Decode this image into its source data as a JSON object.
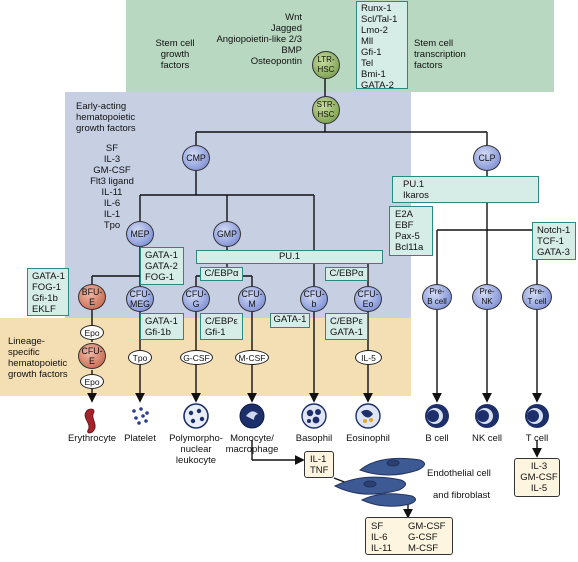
{
  "stem_cell_growth_factors": {
    "label": "Stem cell\ngrowth\nfactors",
    "items": "Wnt\nJagged\nAngiopoietin-like 2/3\nBMP\nOsteopontin"
  },
  "stem_cell_transcription_factors": {
    "label": "Stem cell\ntranscription\nfactors",
    "items": "Runx-1\nScl/Tal-1\nLmo-2\nMll\nGfi-1\nTel\nBmi-1\nGATA-2"
  },
  "early_acting_factors": {
    "label": "Early-acting\nhematopoietic\ngrowth factors",
    "items": "SF\nIL-3\nGM-CSF\nFlt3 ligand\nIL-11\nIL-6\nIL-1\nTpo"
  },
  "lineage_specific_label": "Lineage-\nspecific\nhematopoietic\ngrowth factors",
  "cells": {
    "ltr_hsc": "LTR-\nHSC",
    "str_hsc": "STR-\nHSC",
    "cmp": "CMP",
    "clp": "CLP",
    "mep": "MEP",
    "gmp": "GMP",
    "bfu_e": "BFU-\nE",
    "cfu_meg": "CFU-\nMEG",
    "cfu_g": "CFU-\nG",
    "cfu_m": "CFU-\nM",
    "cfu_b": "CFU-\nb",
    "cfu_eo": "CFU-\nEo",
    "cfu_e": "CFU-\nE",
    "pre_b": "Pre-\nB cell",
    "pre_nk": "Pre-\nNK",
    "pre_t": "Pre-\nT cell"
  },
  "tf_boxes": {
    "erythroid": "GATA-1\nFOG-1\nGfi-1b\nEKLF",
    "meg1": "GATA-1\nGATA-2\nFOG-1",
    "meg2": "GATA-1\nGfi-1b",
    "pu1_myeloid": "PU.1",
    "cebpa_1": "C/EBPα",
    "cebpa_2": "C/EBPα",
    "g_factors": "C/EBPε\nGfi-1",
    "basophil": "GATA-1",
    "eosinophil": "C/EBPε\nGATA-1",
    "lymphoid": "PU.1\nIkaros",
    "b_cell": "E2A\nEBF\nPax-5\nBcl11a",
    "t_cell": "Notch-1\nTCF-1\nGATA-3"
  },
  "growth_factor_ovals": {
    "epo1": "Epo",
    "epo2": "Epo",
    "tpo": "Tpo",
    "g_csf": "G-CSF",
    "m_csf": "M-CSF",
    "il5": "IL-5"
  },
  "mature_cells": {
    "erythrocyte": "Erythrocyte",
    "platelet": "Platelet",
    "pmn": "Polymorpho-\nnuclear\nleukocyte",
    "monocyte": "Monocyte/\nmacrophage",
    "basophil": "Basophil",
    "eosinophil": "Eosinophil",
    "b_cell": "B cell",
    "nk_cell": "NK cell",
    "t_cell": "T cell"
  },
  "cytokines": {
    "il1_tnf": "IL-1\nTNF",
    "t_cell_out": "IL-3\nGM-CSF\nIL-5",
    "output_col1": "SF\nIL-6\nIL-11",
    "output_col2": "GM-CSF\nG-CSF\nM-CSF"
  },
  "endothelial_label": "Endothelial cell",
  "fibroblast_label": "and fibroblast",
  "colors": {
    "green_region": "#b9d8c1",
    "blue_region": "#c7d0e3",
    "tan_region": "#f4dfb5",
    "box_fill": "#d6ece6",
    "box_border": "#2a8a82"
  }
}
